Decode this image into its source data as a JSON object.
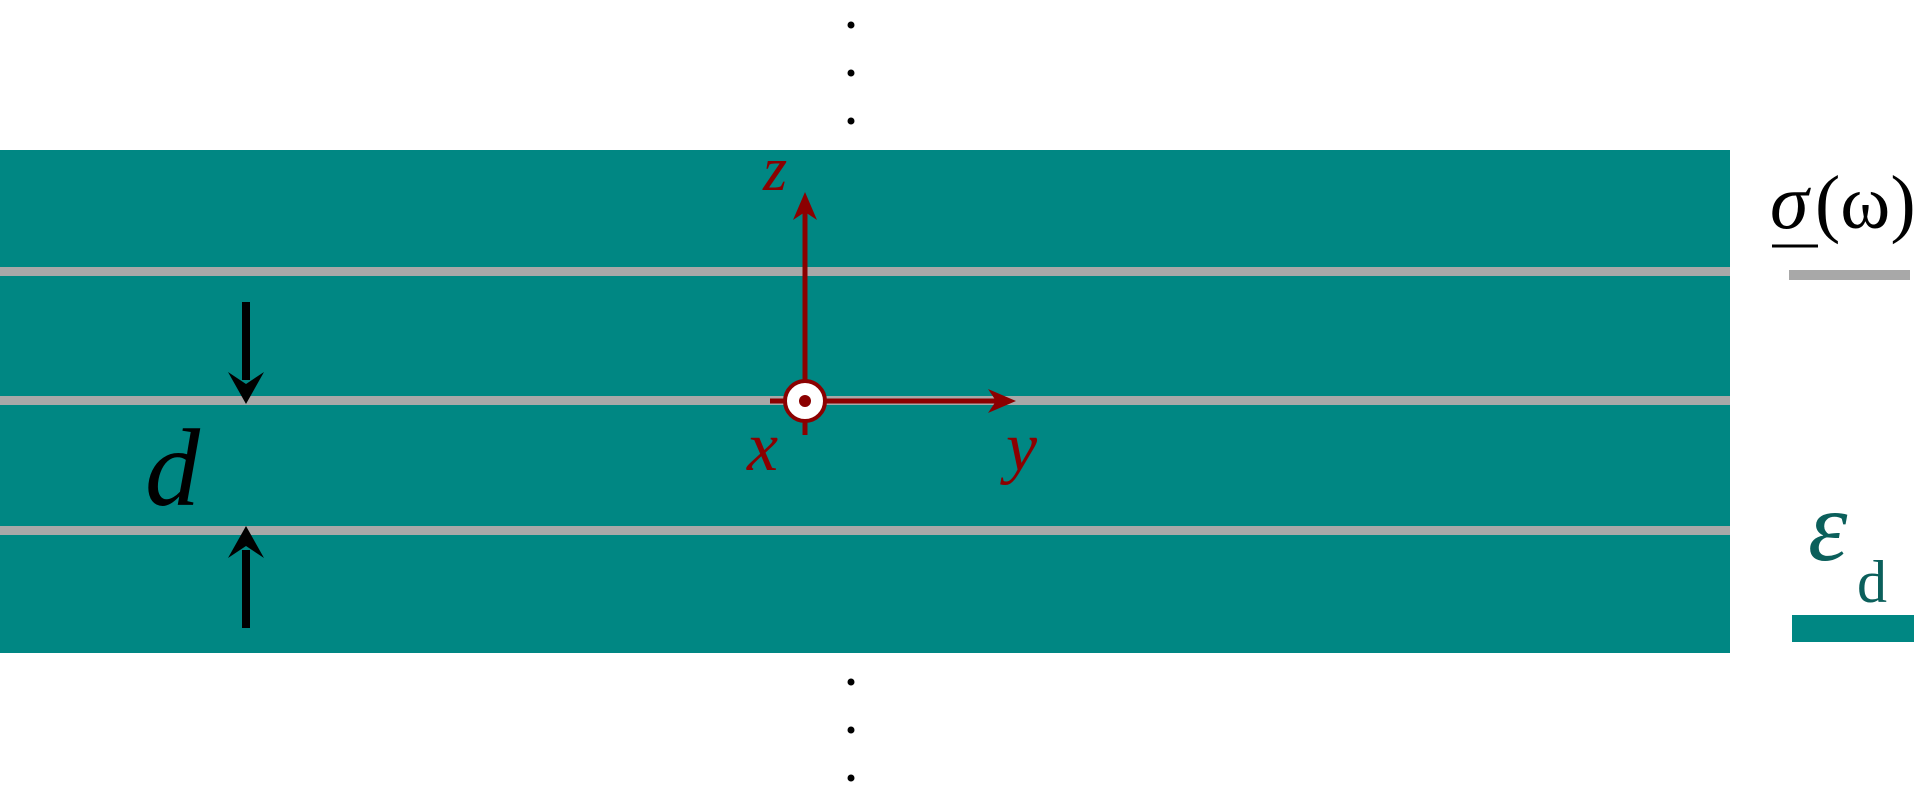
{
  "labels": {
    "spacing": "d",
    "axis_x": "x",
    "axis_y": "y",
    "axis_z": "z",
    "legend_sheet_symbol": "σ",
    "legend_sheet_arg": "(ω)",
    "legend_dielectric_symbol": "ε",
    "legend_dielectric_subscript": "d"
  },
  "colors": {
    "dielectric": "#008783",
    "sheet": "#a8a8a8",
    "axes": "#8b0000",
    "dielectric_label": "#0b5f5b",
    "text": "#000000"
  },
  "layers": {
    "sheet_count": 3,
    "continues_above": true,
    "continues_below": true
  }
}
